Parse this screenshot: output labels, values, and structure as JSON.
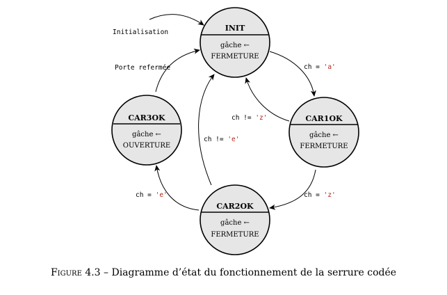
{
  "states": [
    {
      "id": "init",
      "name": "INIT",
      "action_line1": "gâche ←",
      "action_line2": "FERMETURE"
    },
    {
      "id": "car1ok",
      "name": "CAR1OK",
      "action_line1": "gâche ←",
      "action_line2": "FERMETURE"
    },
    {
      "id": "car2ok",
      "name": "CAR2OK",
      "action_line1": "gâche ←",
      "action_line2": "FERMETURE"
    },
    {
      "id": "car3ok",
      "name": "CAR3OK",
      "action_line1": "gâche ←",
      "action_line2": "OUVERTURE"
    }
  ],
  "transitions": {
    "initialisation": "Initialisation",
    "porte_refermee": "Porte refermée",
    "init_to_car1": {
      "prefix": "ch = ",
      "quoted": "'a'"
    },
    "car1_to_init": {
      "prefix": "ch != ",
      "quoted": "'z'"
    },
    "car1_to_car2": {
      "prefix": "ch = ",
      "quoted": "'z'"
    },
    "car2_to_init": {
      "prefix": "ch != ",
      "quoted": "'e'"
    },
    "car2_to_car3": {
      "prefix": "ch = ",
      "quoted": "'e'"
    }
  },
  "caption": {
    "figure_label": "Figure 4.3",
    "separator": " – ",
    "text": "Diagramme d’état du fonctionnement de la serrure codée"
  },
  "colors": {
    "state_fill": "#e6e6e6",
    "quoted_char": "#b3261e"
  }
}
